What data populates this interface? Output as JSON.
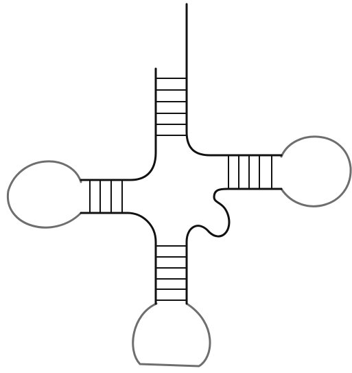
{
  "diagram": {
    "kind": "rna-four-way-junction",
    "colors": {
      "backbone": "#111111",
      "base_pair": "#111111",
      "loop": "#6e6e6e",
      "background": "#ffffff"
    },
    "stems": [
      {
        "id": "top",
        "base_pairs": 6,
        "has_loop": false
      },
      {
        "id": "left",
        "base_pairs": 4,
        "has_loop": true
      },
      {
        "id": "right",
        "base_pairs": 5,
        "has_loop": true
      },
      {
        "id": "bottom",
        "base_pairs": 6,
        "has_loop": true
      }
    ],
    "single_stranded_segments": [
      {
        "id": "5-prime-tail"
      },
      {
        "id": "junction-bulge"
      }
    ]
  }
}
